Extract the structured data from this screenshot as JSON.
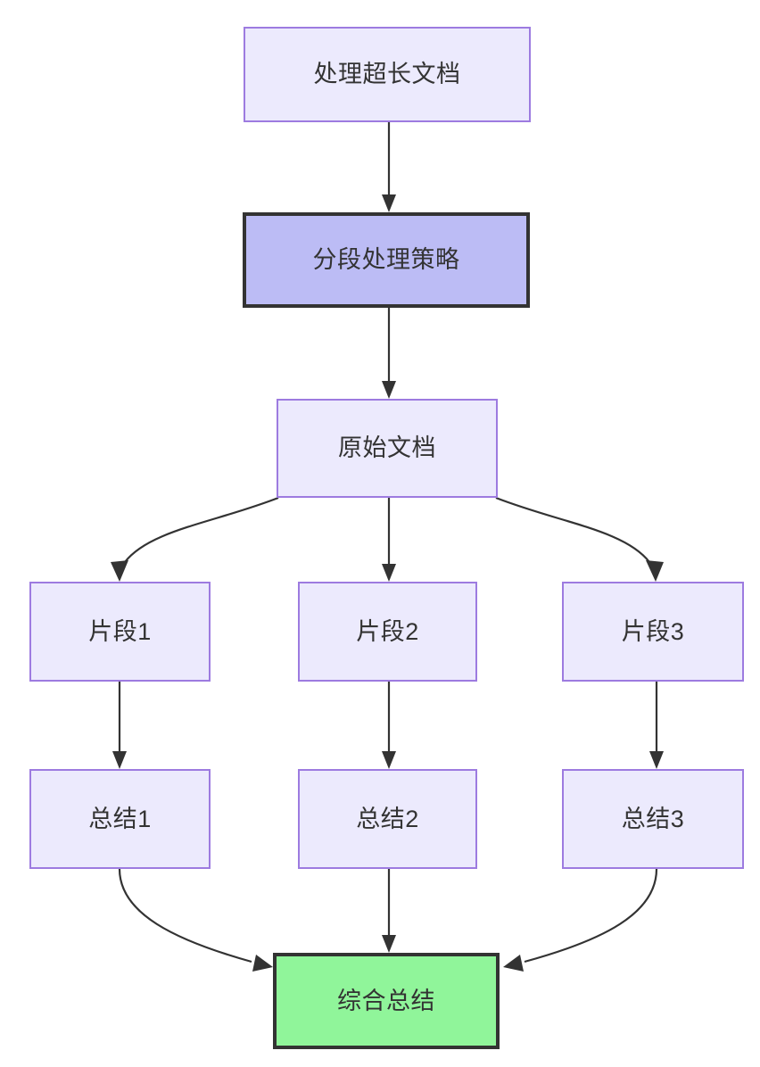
{
  "diagram": {
    "type": "flowchart",
    "direction": "top-to-bottom",
    "background_color": "#ffffff",
    "colors": {
      "normal_fill": "#ECEAFD",
      "normal_border": "#9D7BE0",
      "strategy_fill": "#BCBCF5",
      "strategy_border": "#333333",
      "final_fill": "#90F59A",
      "final_border": "#333333",
      "edge_color": "#333333",
      "text_color": "#333333"
    },
    "nodes": {
      "root": {
        "label": "处理超长文档"
      },
      "strategy": {
        "label": "分段处理策略"
      },
      "source": {
        "label": "原始文档"
      },
      "chunk1": {
        "label": "片段1"
      },
      "chunk2": {
        "label": "片段2"
      },
      "chunk3": {
        "label": "片段3"
      },
      "summary1": {
        "label": "总结1"
      },
      "summary2": {
        "label": "总结2"
      },
      "summary3": {
        "label": "总结3"
      },
      "final": {
        "label": "综合总结"
      }
    },
    "edges": [
      {
        "from": "处理超长文档",
        "to": "分段处理策略"
      },
      {
        "from": "分段处理策略",
        "to": "原始文档"
      },
      {
        "from": "原始文档",
        "to": "片段1"
      },
      {
        "from": "原始文档",
        "to": "片段2"
      },
      {
        "from": "原始文档",
        "to": "片段3"
      },
      {
        "from": "片段1",
        "to": "总结1"
      },
      {
        "from": "片段2",
        "to": "总结2"
      },
      {
        "from": "片段3",
        "to": "总结3"
      },
      {
        "from": "总结1",
        "to": "综合总结"
      },
      {
        "from": "总结2",
        "to": "综合总结"
      },
      {
        "from": "总结3",
        "to": "综合总结"
      }
    ]
  }
}
